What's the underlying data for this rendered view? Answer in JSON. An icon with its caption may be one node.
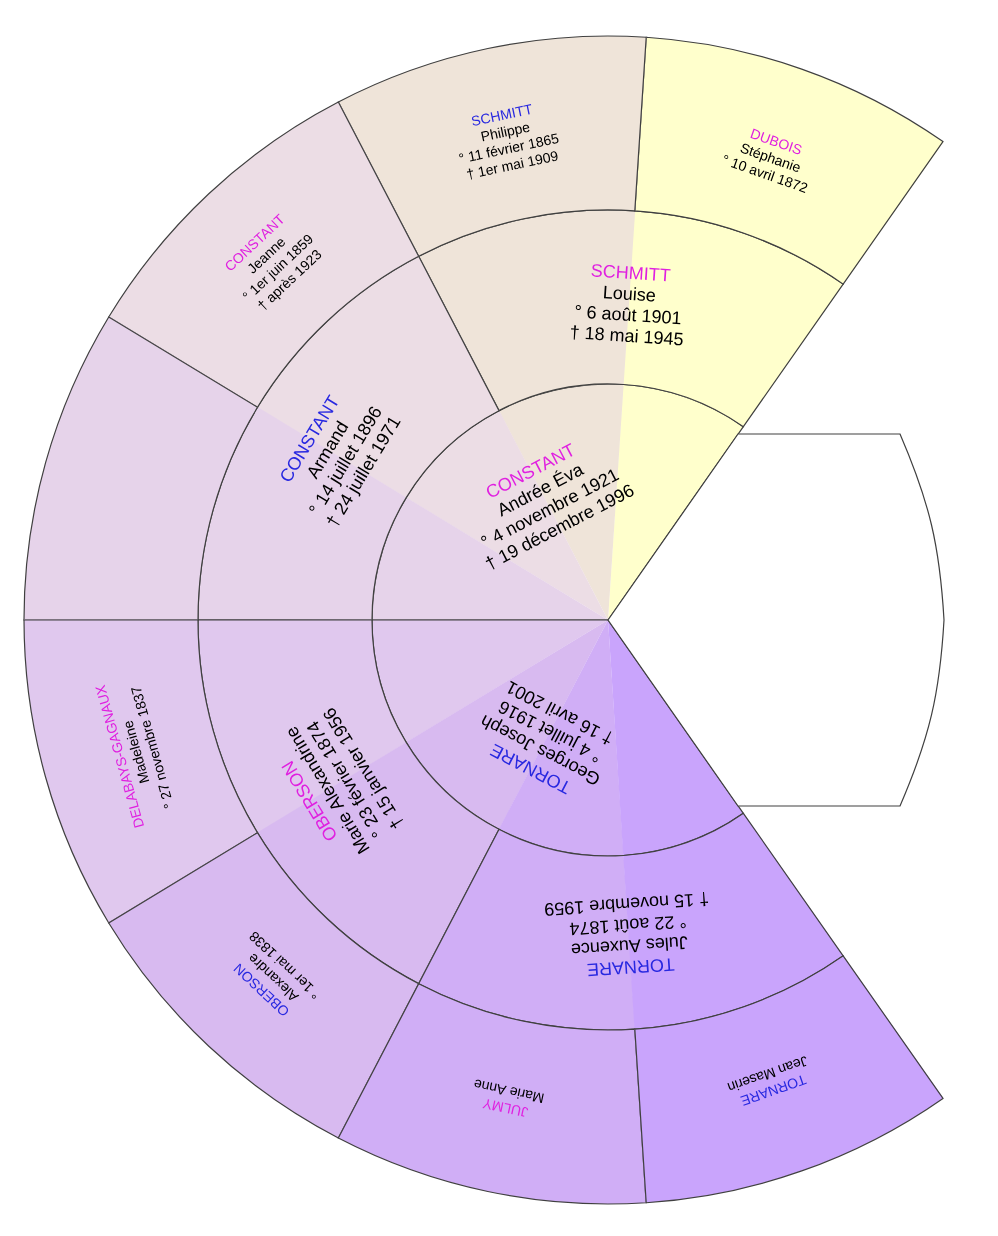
{
  "diagram": {
    "nodes": [
      {
        "text": [
          "CONSTANT",
          "Andrée Éva",
          "° 4 novembre 1921",
          "† 19 décembre 1996"
        ]
      },
      {
        "text": [
          "TORNARE",
          "Georges Joseph",
          "° 4 juillet 1916",
          "† 16 avril 2001"
        ]
      },
      {
        "text": [
          "SCHMITT",
          "Louise",
          "° 6 août 1901",
          "† 18 mai 1945"
        ]
      },
      {
        "text": [
          "CONSTANT",
          "Armand",
          "° 14 juillet 1896",
          "† 24 juillet 1971"
        ]
      },
      {
        "text": [
          "OBERSON",
          "Marie Alexandrine",
          "° 23 février 1874",
          "† 15 janvier 1956"
        ]
      },
      {
        "text": [
          "TORNARE",
          "Jules Auxence",
          "° 22 août 1874",
          "† 15 novembre 1959"
        ]
      },
      {
        "text": [
          "DUBOIS",
          "Stéphanie",
          "° 10 avril 1872"
        ]
      },
      {
        "text": [
          "SCHMITT",
          "Philippe",
          "° 11 février 1865",
          "† 1er mai 1909"
        ]
      },
      {
        "text": [
          "CONSTANT",
          "Jeanne",
          "° 1er juin 1859",
          "† après 1923"
        ]
      },
      {
        "text": [],
        "shape": "box"
      },
      {
        "text": [
          "DELABAYS-GAGNAUX",
          "Madeleine",
          "° 27 novembre 1837"
        ]
      },
      {
        "text": [
          "OBERSON",
          "Alexandre",
          "° 1er mai 1838"
        ]
      },
      {
        "text": [
          "JULMY",
          "Marie Anne"
        ]
      },
      {
        "text": [
          "TORNARE",
          "Jean Maserin"
        ]
      },
      {
        "text": [],
        "shape": "box"
      }
    ]
  }
}
